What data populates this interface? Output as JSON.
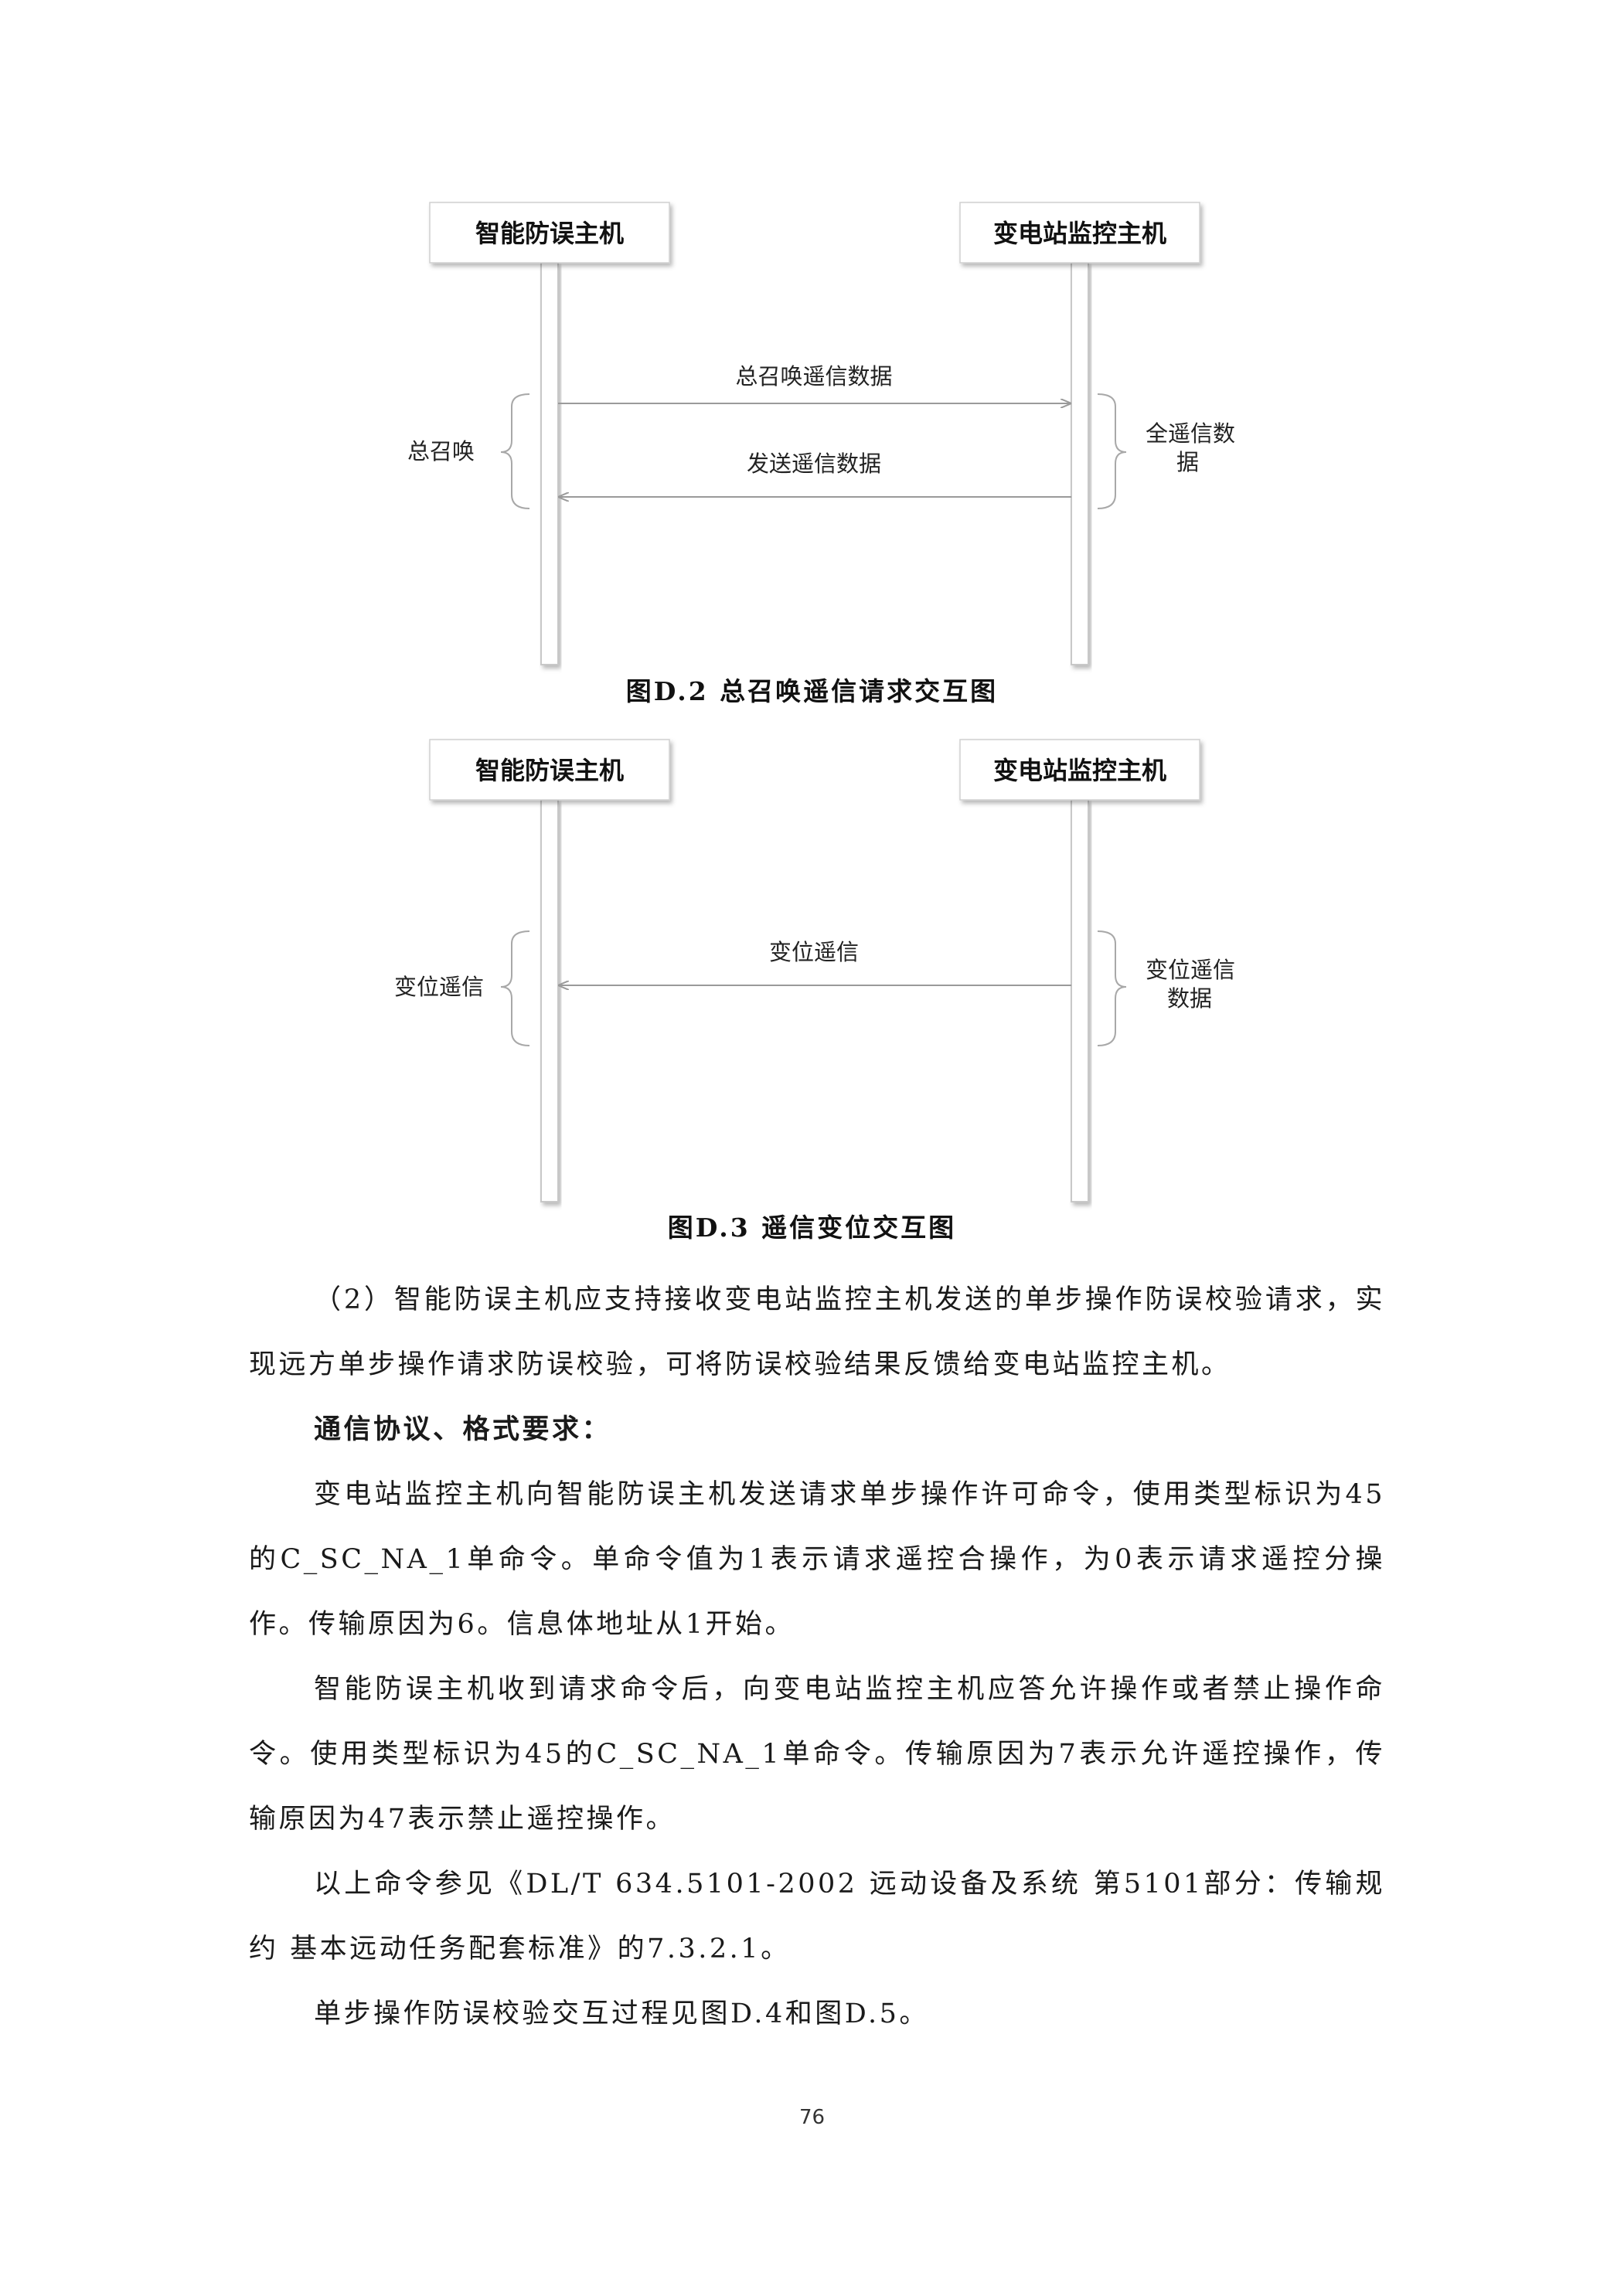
{
  "figure1": {
    "left_header": "智能防误主机",
    "right_header": "变电站监控主机",
    "messages": [
      "总召唤遥信数据",
      "发送遥信数据"
    ],
    "left_label": "总召唤",
    "right_label": [
      "全遥信数",
      "据"
    ],
    "caption": "图D.2 总召唤遥信请求交互图"
  },
  "figure2": {
    "left_header": "智能防误主机",
    "right_header": "变电站监控主机",
    "messages": [
      "变位遥信"
    ],
    "left_label": "变位遥信",
    "right_label": [
      "变位遥信",
      "数据"
    ],
    "caption": "图D.3 遥信变位交互图"
  },
  "body": {
    "paragraphs": [
      "（2）智能防误主机应支持接收变电站监控主机发送的单步操作防误校验请求，实现远方单步操作请求防误校验，可将防误校验结果反馈给变电站监控主机。",
      "通信协议、格式要求：",
      "变电站监控主机向智能防误主机发送请求单步操作许可命令，使用类型标识为45的C_SC_NA_1单命令。单命令值为1表示请求遥控合操作，为0表示请求遥控分操作。传输原因为6。信息体地址从1开始。",
      "智能防误主机收到请求命令后，向变电站监控主机应答允许操作或者禁止操作命令。使用类型标识为45的C_SC_NA_1单命令。传输原因为7表示允许遥控操作，传输原因为47表示禁止遥控操作。",
      "以上命令参见《DL/T 634.5101-2002 远动设备及系统 第5101部分：传输规约 基本远动任务配套标准》的7.3.2.1。",
      "单步操作防误校验交互过程见图D.4和图D.5。"
    ]
  },
  "page_number": "76"
}
